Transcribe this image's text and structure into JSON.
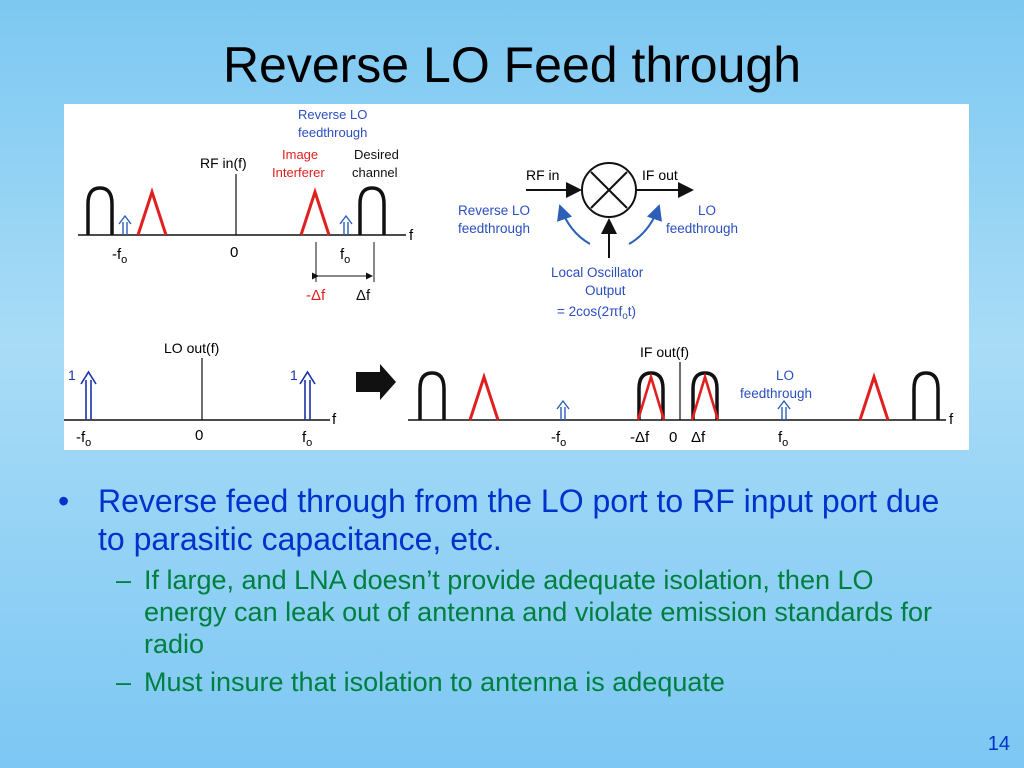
{
  "slide": {
    "title": "Reverse LO Feed through",
    "page_number": "14"
  },
  "figure": {
    "rf_spectrum": {
      "axis_title": "RF in(f)",
      "axis_var": "f",
      "ticks": [
        "-f",
        "0",
        "f"
      ],
      "tick_sub": "o",
      "label_reverse_lo": [
        "Reverse LO",
        "feedthrough"
      ],
      "label_image": [
        "Image",
        "Interferer"
      ],
      "label_desired": [
        "Desired",
        "channel"
      ],
      "delta_neg": "-Δf",
      "delta_pos": "Δf"
    },
    "mixer": {
      "rf_in": "RF in",
      "if_out": "IF out",
      "reverse_lo": [
        "Reverse LO",
        "feedthrough"
      ],
      "lo_feedthrough": [
        "LO",
        "feedthrough"
      ],
      "osc_label": [
        "Local Oscillator",
        "Output"
      ],
      "osc_formula": "= 2cos(2πf",
      "osc_formula_sub": "o",
      "osc_formula_end": "t)"
    },
    "lo_spectrum": {
      "axis_title": "LO out(f)",
      "axis_var": "f",
      "ticks": [
        "-f",
        "0",
        "f"
      ],
      "tick_sub": "o",
      "amp_left": "1",
      "amp_right": "1"
    },
    "if_spectrum": {
      "axis_title": "IF out(f)",
      "axis_var": "f",
      "ticks": [
        "-f",
        "-Δf",
        "0",
        "Δf",
        "f"
      ],
      "tick_sub": "o",
      "lo_label": [
        "LO",
        "feedthrough"
      ]
    },
    "colors": {
      "black_signal": "#111111",
      "red_signal": "#e02020",
      "arrow_blue": "#1a33aa",
      "label_blue": "#2b4fbf",
      "label_red": "#e02020"
    }
  },
  "bullets": [
    {
      "text": "Reverse feed through from the LO port to RF input port due to parasitic capacitance, etc.",
      "sub": [
        "If large, and LNA doesn’t provide adequate isolation, then LO energy can leak out of antenna and violate emission standards for radio",
        "Must insure that isolation to antenna is adequate"
      ]
    }
  ]
}
